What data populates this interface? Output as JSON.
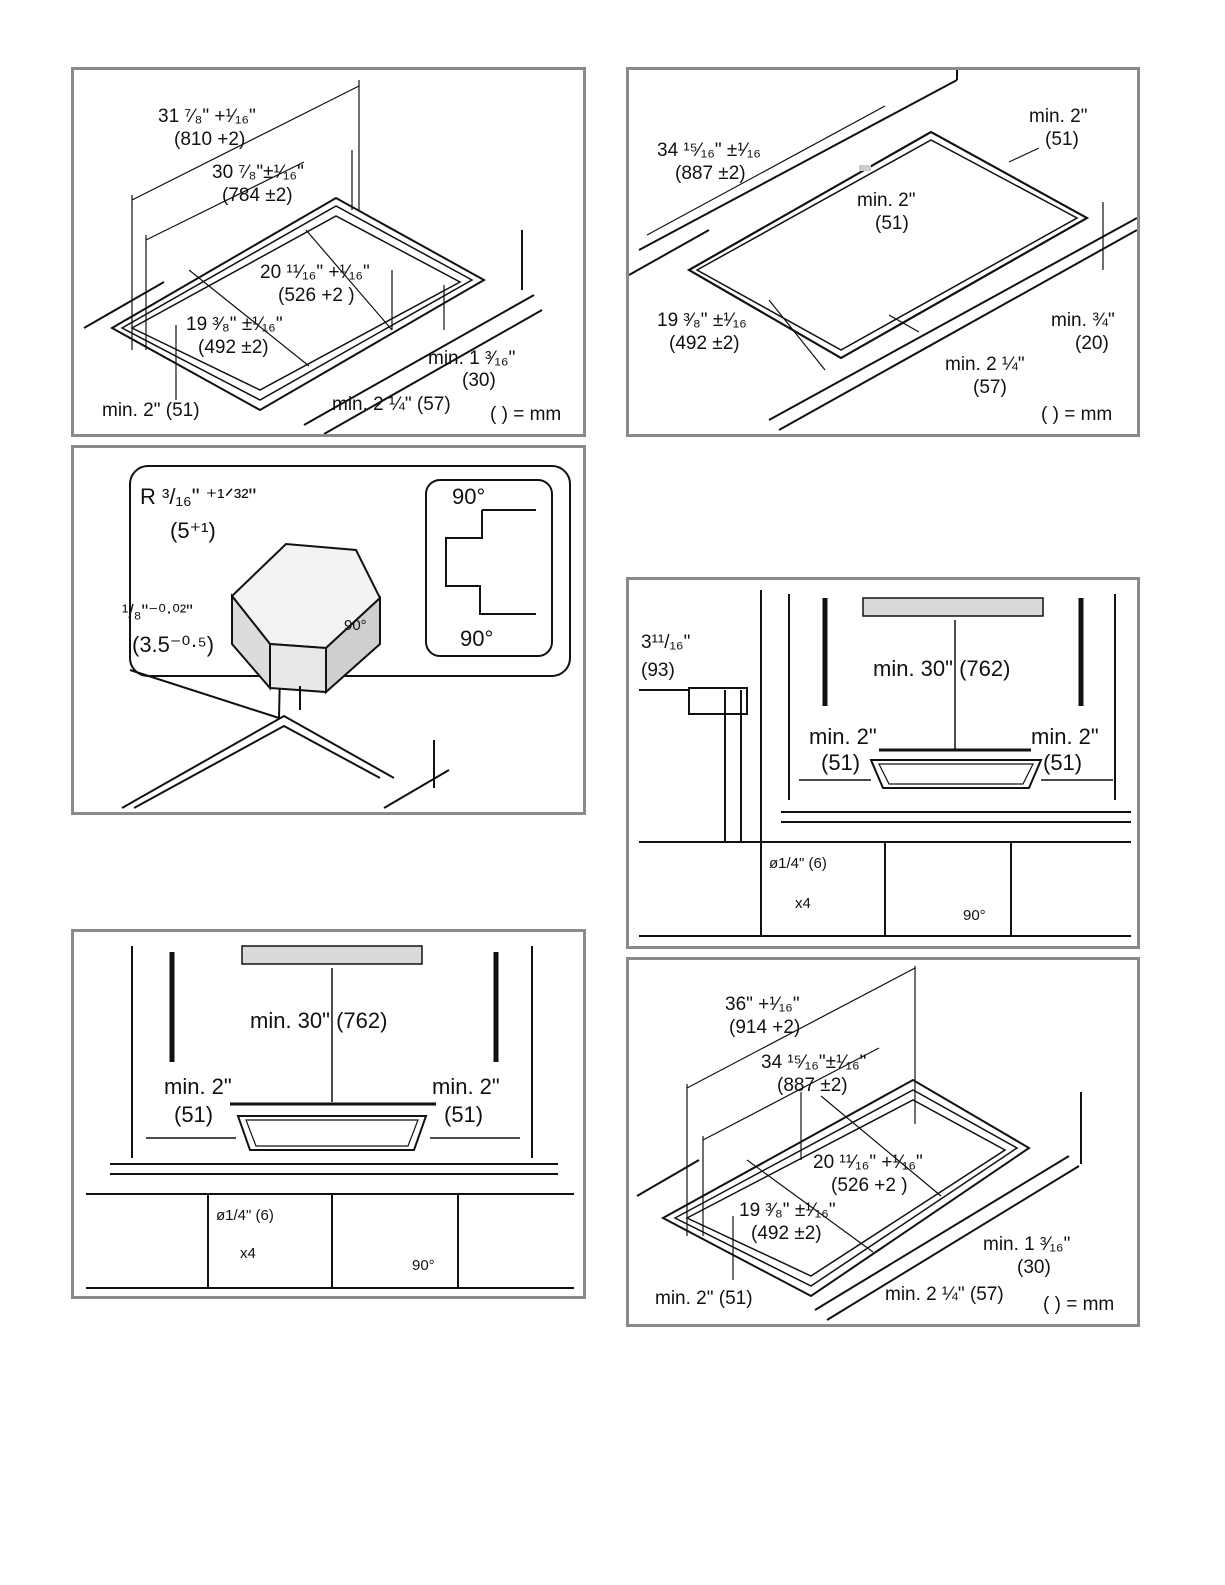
{
  "panel_a": {
    "dim_outer_w": "31 ⁷⁄₈\" +¹⁄₁₆\"",
    "dim_outer_w_mm": "(810 +2)",
    "dim_cut_w": "30 ⁷⁄₈\"±¹⁄₁₆\"",
    "dim_cut_w_mm": "(784 ±2)",
    "dim_outer_d": "20 ¹¹⁄₁₆\" +¹⁄₁₆\"",
    "dim_outer_d_mm": "(526 +2 )",
    "dim_cut_d": "19 ³⁄₈\" ±¹⁄₁₆\"",
    "dim_cut_d_mm": "(492 ±2)",
    "min_back": "min. 1 ³⁄₁₆\"",
    "min_back_mm": "(30)",
    "min_side": "min. 2\" (51)",
    "min_front": "min. 2 ¼\" (57)",
    "unit_note": "( ) = mm"
  },
  "panel_b": {
    "dim_cut_w": "34 ¹⁵⁄₁₆\" ±¹⁄₁₆",
    "dim_cut_w_mm": "(887 ±2)",
    "min_right": "min. 2\"",
    "min_right_mm": "(51)",
    "min_back": "min. 2\"",
    "min_back_mm": "(51)",
    "dim_cut_d": "19 ³⁄₈\" ±¹⁄₁₆",
    "dim_cut_d_mm": "(492 ±2)",
    "min_top": "min. ¾\"",
    "min_top_mm": "(20)",
    "min_front": "min. 2 ¼\"",
    "min_front_mm": "(57)",
    "unit_note": "( ) = mm"
  },
  "panel_c": {
    "radius": "R ³/₁₆\" ⁺¹ᐟ³²\"",
    "radius_mm": "(5⁺¹)",
    "depth": "¹/₈\"⁻⁰·⁰²\"",
    "depth_mm": "(3.5⁻⁰·⁵)",
    "angle_top": "90°",
    "angle_bottom": "90°",
    "angle_corner": "90°"
  },
  "panel_d": {
    "side_dim": "3¹¹/₁₆\"",
    "side_dim_mm": "(93)",
    "min_above": "min. 30\" (762)",
    "min_left": "min. 2\"",
    "min_left_mm": "(51)",
    "min_right": "min. 2\"",
    "min_right_mm": "(51)",
    "drill": "ø1/4\" (6)",
    "drill_count": "x4",
    "angle": "90°"
  },
  "panel_e": {
    "min_above": "min. 30\" (762)",
    "min_left": "min. 2\"",
    "min_left_mm": "(51)",
    "min_right": "min. 2\"",
    "min_right_mm": "(51)",
    "drill": "ø1/4\" (6)",
    "drill_count": "x4",
    "angle": "90°"
  },
  "panel_f": {
    "dim_outer_w": "36\" +¹⁄₁₆\"",
    "dim_outer_w_mm": "(914 +2)",
    "dim_cut_w": "34 ¹⁵⁄₁₆\"±¹⁄₁₆\"",
    "dim_cut_w_mm": "(887 ±2)",
    "dim_outer_d": "20 ¹¹⁄₁₆\" +¹⁄₁₆\"",
    "dim_outer_d_mm": "(526 +2 )",
    "dim_cut_d": "19 ³⁄₈\" ±¹⁄₁₆\"",
    "dim_cut_d_mm": "(492 ±2)",
    "min_back": "min. 1 ³⁄₁₆\"",
    "min_back_mm": "(30)",
    "min_side": "min. 2\" (51)",
    "min_front": "min. 2 ¼\" (57)",
    "unit_note": "( ) = mm"
  }
}
